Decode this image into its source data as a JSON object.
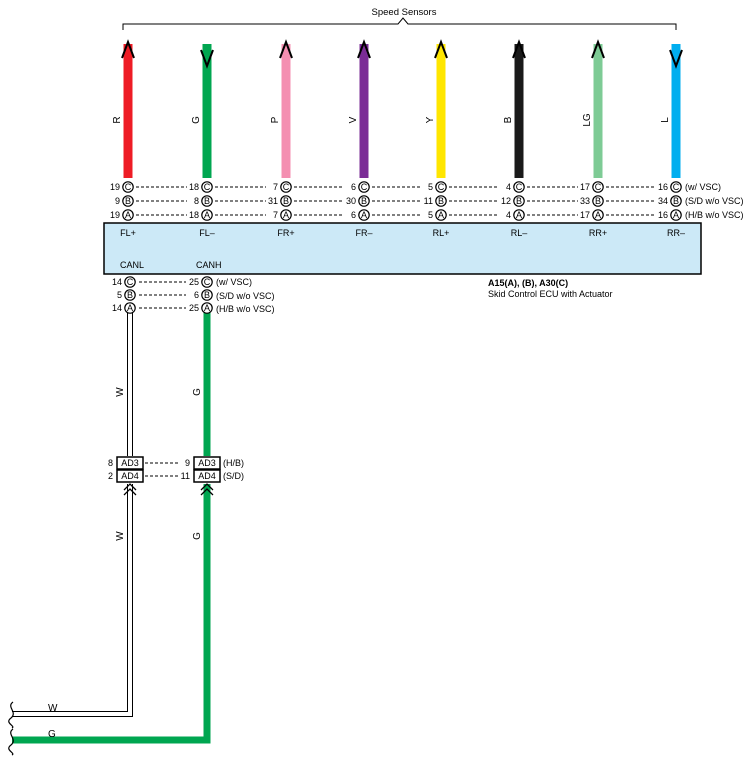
{
  "header": {
    "title": "Speed Sensors"
  },
  "sensor_wires": [
    {
      "color_code": "R",
      "color": "#ee1c25",
      "direction": "up",
      "terminal": "FL+",
      "pins": {
        "C": "19",
        "B": "9",
        "A": "19"
      }
    },
    {
      "color_code": "G",
      "color": "#00a650",
      "direction": "down",
      "terminal": "FL–",
      "pins": {
        "C": "18",
        "B": "8",
        "A": "18"
      }
    },
    {
      "color_code": "P",
      "color": "#f48fb1",
      "direction": "up",
      "terminal": "FR+",
      "pins": {
        "C": "7",
        "B": "31",
        "A": "7"
      }
    },
    {
      "color_code": "V",
      "color": "#7b2c96",
      "direction": "up",
      "terminal": "FR–",
      "pins": {
        "C": "6",
        "B": "30",
        "A": "6"
      }
    },
    {
      "color_code": "Y",
      "color": "#ffe600",
      "direction": "up",
      "terminal": "RL+",
      "pins": {
        "C": "5",
        "B": "11",
        "A": "5"
      }
    },
    {
      "color_code": "B",
      "color": "#1a1a1a",
      "direction": "up",
      "terminal": "RL–",
      "pins": {
        "C": "4",
        "B": "12",
        "A": "4"
      }
    },
    {
      "color_code": "LG",
      "color": "#7ecb95",
      "direction": "up",
      "terminal": "RR+",
      "pins": {
        "C": "17",
        "B": "33",
        "A": "17"
      }
    },
    {
      "color_code": "L",
      "color": "#00aeef",
      "direction": "down",
      "terminal": "RR–",
      "pins": {
        "C": "16",
        "B": "34",
        "A": "16"
      }
    }
  ],
  "connector_letters": [
    "C",
    "B",
    "A"
  ],
  "top_variant_notes": [
    "(w/ VSC)",
    "(S/D w/o VSC)",
    "(H/B w/o VSC)"
  ],
  "ecu": {
    "name_line1": "A15(A), (B), A30(C)",
    "name_line2": "Skid Control ECU with Actuator",
    "can_labels": [
      "CANL",
      "CANH"
    ],
    "can_pins": {
      "canl": {
        "C": "14",
        "B": "5",
        "A": "14"
      },
      "canh": {
        "C": "25",
        "B": "6",
        "A": "25"
      }
    },
    "bottom_variant_notes": [
      "(w/ VSC)",
      "(S/D w/o VSC)",
      "(H/B w/o VSC)"
    ]
  },
  "junction": {
    "left_pins": [
      "8",
      "2"
    ],
    "right_pins": [
      "9",
      "11"
    ],
    "left_labels": [
      "AD3",
      "AD4"
    ],
    "right_labels": [
      "AD3",
      "AD4"
    ],
    "notes": [
      "(H/B)",
      "(S/D)"
    ]
  },
  "can_wires": {
    "w": {
      "code": "W",
      "color": "#ffffff"
    },
    "g": {
      "code": "G",
      "color": "#00a650"
    }
  },
  "colors": {
    "ecu_fill": "#cce9f7",
    "outline": "#000000"
  }
}
